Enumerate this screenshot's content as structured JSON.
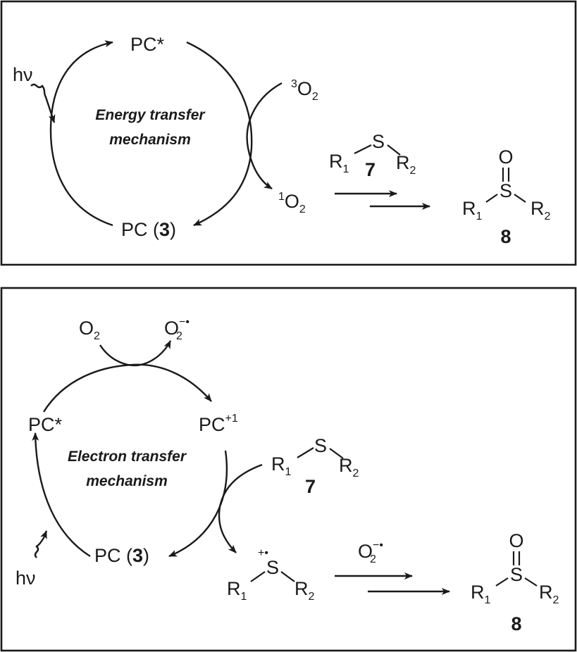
{
  "energy_panel": {
    "pc_star": "PC*",
    "pc_ground": "PC (",
    "pc_number": "3",
    "pc_close": ")",
    "hv": "hν",
    "mechanism_line1": "Energy transfer",
    "mechanism_line2": "mechanism",
    "triplet_sup": "3",
    "triplet_o": "O",
    "triplet_sub": "2",
    "singlet_sup": "1",
    "singlet_o": "O",
    "singlet_sub": "2",
    "sulfide": {
      "s": "S",
      "r1": "R",
      "r1_sub": "1",
      "r2": "R",
      "r2_sub": "2",
      "label": "7"
    },
    "sulfoxide": {
      "o": "O",
      "s": "S",
      "r1": "R",
      "r1_sub": "1",
      "r2": "R",
      "r2_sub": "2",
      "label": "8"
    }
  },
  "electron_panel": {
    "o2_o": "O",
    "o2_sub": "2",
    "superoxide_o": "O",
    "superoxide_sup": "−•",
    "superoxide_sub": "2",
    "pc_star": "PC*",
    "pc_plus": "PC",
    "pc_plus_sup": "+1",
    "pc_ground": "PC (",
    "pc_number": "3",
    "pc_close": ")",
    "hv": "hν",
    "mechanism_line1": "Electron transfer",
    "mechanism_line2": "mechanism",
    "sulfide": {
      "s": "S",
      "r1": "R",
      "r1_sub": "1",
      "r2": "R",
      "r2_sub": "2",
      "label": "7"
    },
    "radical_cation": {
      "s": "S",
      "charge": "+•",
      "r1": "R",
      "r1_sub": "1",
      "r2": "R",
      "r2_sub": "2"
    },
    "reagent_o": "O",
    "reagent_sup": "−•",
    "reagent_sub": "2",
    "sulfoxide": {
      "o": "O",
      "s": "S",
      "r1": "R",
      "r1_sub": "1",
      "r2": "R",
      "r2_sub": "2",
      "label": "8"
    }
  }
}
